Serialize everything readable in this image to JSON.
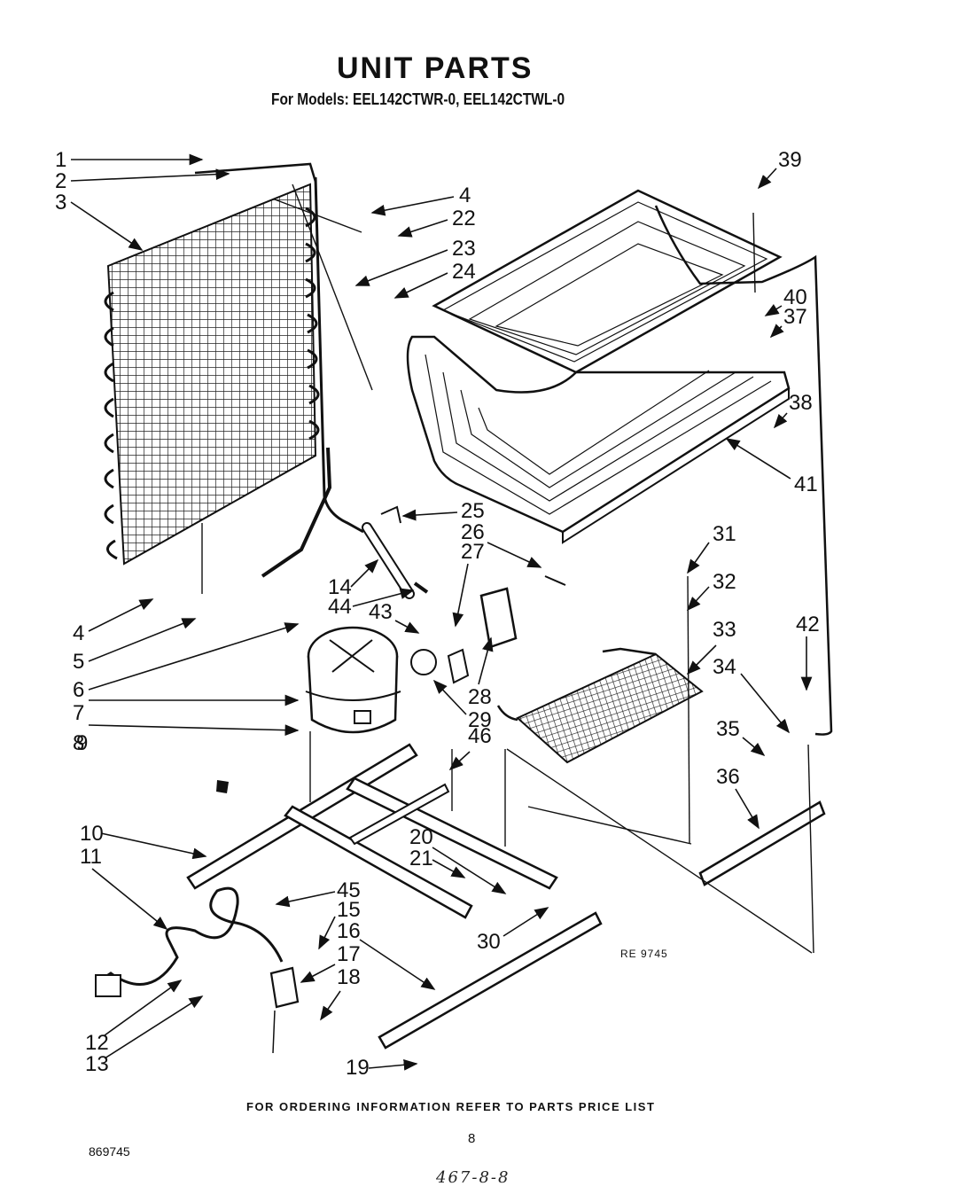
{
  "header": {
    "title": "UNIT PARTS",
    "models": "For Models: EEL142CTWR-0, EEL142CTWL-0"
  },
  "callouts": [
    {
      "id": "1"
    },
    {
      "id": "2"
    },
    {
      "id": "3"
    },
    {
      "id": "4"
    },
    {
      "id": "22"
    },
    {
      "id": "23"
    },
    {
      "id": "24"
    },
    {
      "id": "39"
    },
    {
      "id": "40"
    },
    {
      "id": "37"
    },
    {
      "id": "38"
    },
    {
      "id": "41"
    },
    {
      "id": "25"
    },
    {
      "id": "26"
    },
    {
      "id": "27"
    },
    {
      "id": "14"
    },
    {
      "id": "44"
    },
    {
      "id": "43"
    },
    {
      "id": "31"
    },
    {
      "id": "32"
    },
    {
      "id": "33"
    },
    {
      "id": "42"
    },
    {
      "id": "34"
    },
    {
      "id": "4"
    },
    {
      "id": "5"
    },
    {
      "id": "6"
    },
    {
      "id": "7"
    },
    {
      "id": "8"
    },
    {
      "id": "9"
    },
    {
      "id": "28"
    },
    {
      "id": "29"
    },
    {
      "id": "46"
    },
    {
      "id": "35"
    },
    {
      "id": "36"
    },
    {
      "id": "10"
    },
    {
      "id": "11"
    },
    {
      "id": "20"
    },
    {
      "id": "21"
    },
    {
      "id": "45"
    },
    {
      "id": "15"
    },
    {
      "id": "16"
    },
    {
      "id": "17"
    },
    {
      "id": "18"
    },
    {
      "id": "30"
    },
    {
      "id": "12"
    },
    {
      "id": "13"
    },
    {
      "id": "19"
    }
  ],
  "drawing_ref": "RE 9745",
  "footer": {
    "ordering_note": "FOR ORDERING INFORMATION REFER TO PARTS PRICE LIST",
    "page_number": "8",
    "doc_number": "869745",
    "handwritten_note": "467-8-8"
  }
}
